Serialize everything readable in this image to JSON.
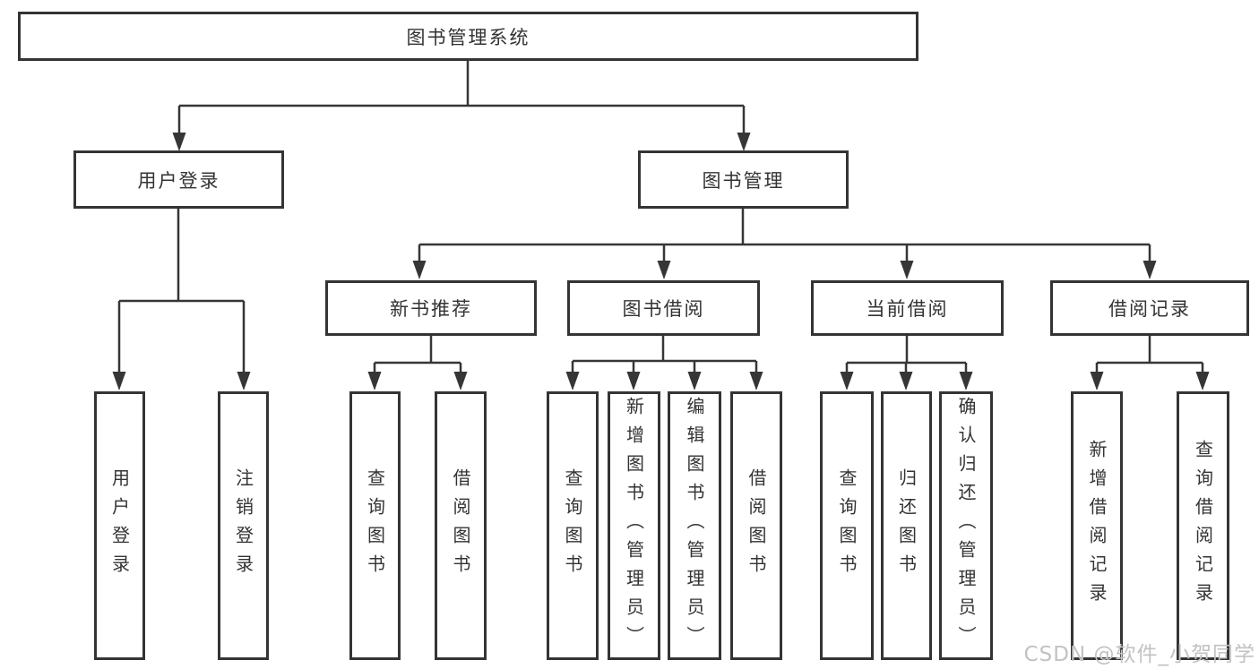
{
  "title": {
    "label": "图书管理系统"
  },
  "level2": {
    "user_login": "用户登录",
    "book_mgmt": "图书管理"
  },
  "level3": {
    "new_books": "新书推荐",
    "book_borrow": "图书借阅",
    "current_borrow": "当前借阅",
    "borrow_records": "借阅记录"
  },
  "leaves": {
    "user_login": [
      "用户登录",
      "注销登录"
    ],
    "new_books": [
      "查询图书",
      "借阅图书"
    ],
    "book_borrow": [
      "查询图书",
      "新增图书（管理员）",
      "编辑图书（管理员）",
      "借阅图书"
    ],
    "current_borrow": [
      "查询图书",
      "归还图书",
      "确认归还（管理员）"
    ],
    "borrow_records": [
      "新增借阅记录",
      "查询借阅记录"
    ]
  },
  "watermark": {
    "text": "CSDN @软件_小贺同学"
  },
  "colors": {
    "line": "#363636",
    "border": "#343434",
    "text": "#333333",
    "watermark": "#c2c2c2",
    "background": "#ffffff"
  }
}
